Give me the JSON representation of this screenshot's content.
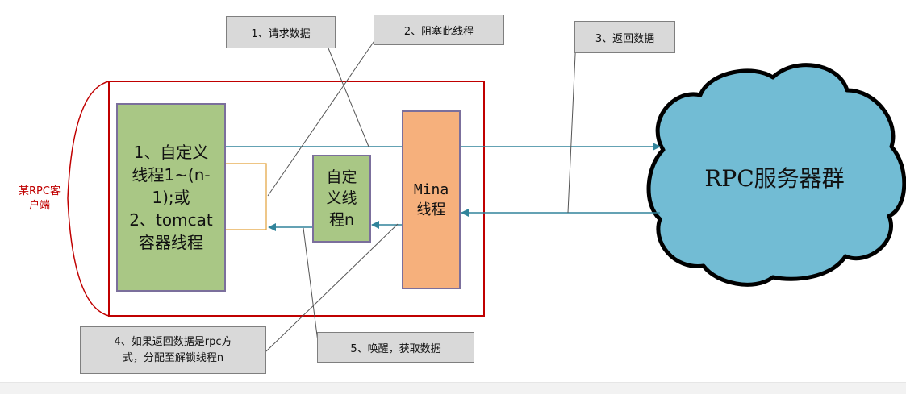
{
  "client": {
    "label_line1": "某RPC客",
    "label_line2": "户端"
  },
  "green_box": {
    "line1": "1、自定义",
    "line2": "线程1~(n-",
    "line3": "1);或",
    "line4": "2、tomcat",
    "line5": "容器线程"
  },
  "custom_thread": {
    "line1": "自定",
    "line2": "义线",
    "line3": "程n"
  },
  "mina": {
    "line1": "Mina",
    "line2": "线程"
  },
  "cloud": {
    "label": "RPC服务器群"
  },
  "callouts": {
    "c1": "1、请求数据",
    "c2": "2、阻塞此线程",
    "c3": "3、返回数据",
    "c4_line1": "4、如果返回数据是rpc方",
    "c4_line2": "式，分配至解锁线程n",
    "c5": "5、唤醒，获取数据"
  },
  "colors": {
    "client_border": "#c00000",
    "green_fill": "#a9c785",
    "orange_fill": "#f6b07c",
    "cloud_fill": "#72bcd4",
    "arrow": "#31849b",
    "wire_orange": "#e3a23b",
    "callout_fill": "#d9d9d9"
  }
}
